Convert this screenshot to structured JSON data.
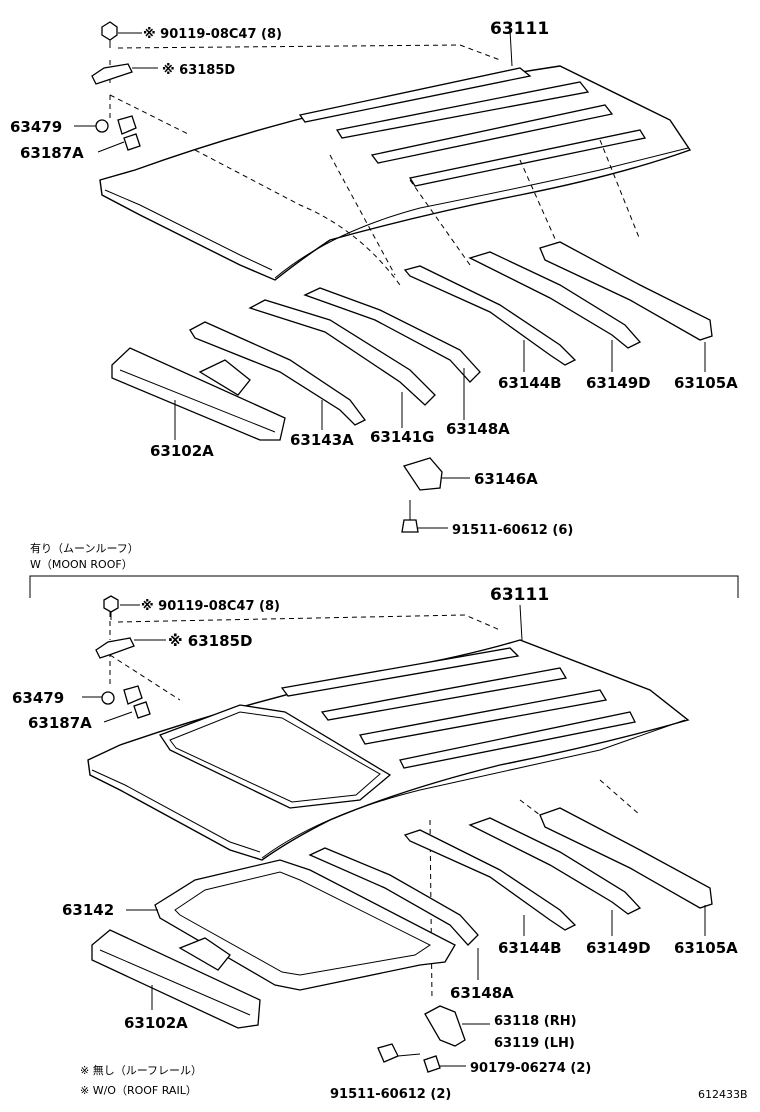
{
  "top": {
    "roof": "63111",
    "bolt": "※ 90119-08C47 (8)",
    "bracket": "※ 63185D",
    "nut": "63479",
    "clip": "63187A",
    "rear_rail": "63102A",
    "bow_1": "63143A",
    "bow_2": "63141G",
    "bow_3": "63148A",
    "bow_4": "63144B",
    "bow_5": "63149D",
    "front_rail": "63105A",
    "bracket_lower": "63146A",
    "screw": "91511-60612 (6)"
  },
  "section": {
    "jp": "有り（ムーンルーフ）",
    "en": "W（MOON ROOF）"
  },
  "bottom": {
    "roof": "63111",
    "bolt": "※ 90119-08C47 (8)",
    "bracket": "※ 63185D",
    "nut": "63479",
    "clip": "63187A",
    "frame": "63142",
    "rear_rail": "63102A",
    "bow_3": "63148A",
    "bow_4": "63144B",
    "bow_5": "63149D",
    "front_rail": "63105A",
    "bracket_rh": "63118 (RH)",
    "bracket_lh": "63119 (LH)",
    "screw": "91511-60612 (2)",
    "nut2": "90179-06274 (2)"
  },
  "footnote": {
    "jp": "※ 無し（ルーフレール）",
    "en": "※ W/O（ROOF RAIL）"
  },
  "diagram_id": "612433B"
}
